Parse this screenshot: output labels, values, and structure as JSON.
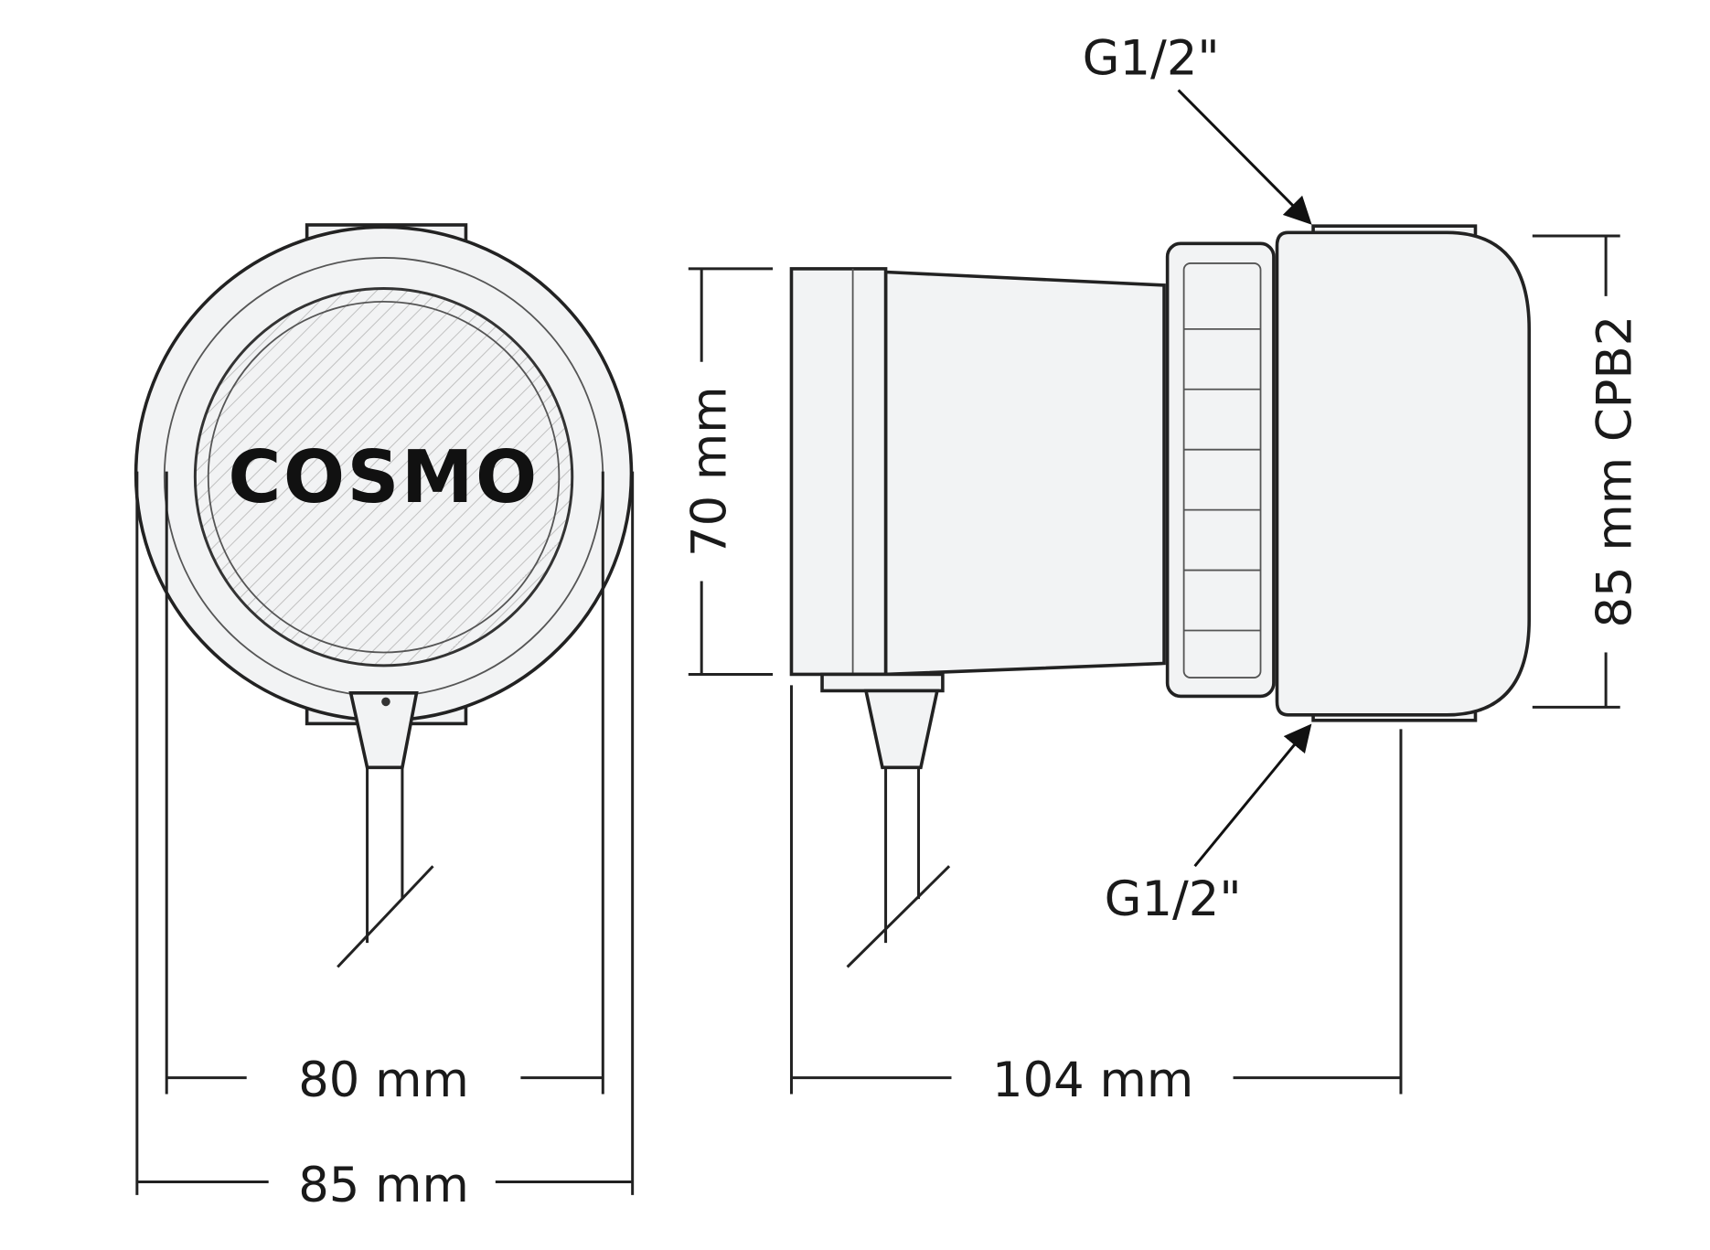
{
  "logo": "COSMO",
  "dimensions": {
    "inner_width": "80 mm",
    "outer_width": "85 mm",
    "motor_height": "70 mm",
    "housing_height": "85 mm CPB2",
    "length": "104 mm"
  },
  "connections": {
    "top": "G1/2\"",
    "bottom": "G1/2\""
  },
  "colors": {
    "line": "#222222",
    "fill": "#f2f3f4"
  }
}
